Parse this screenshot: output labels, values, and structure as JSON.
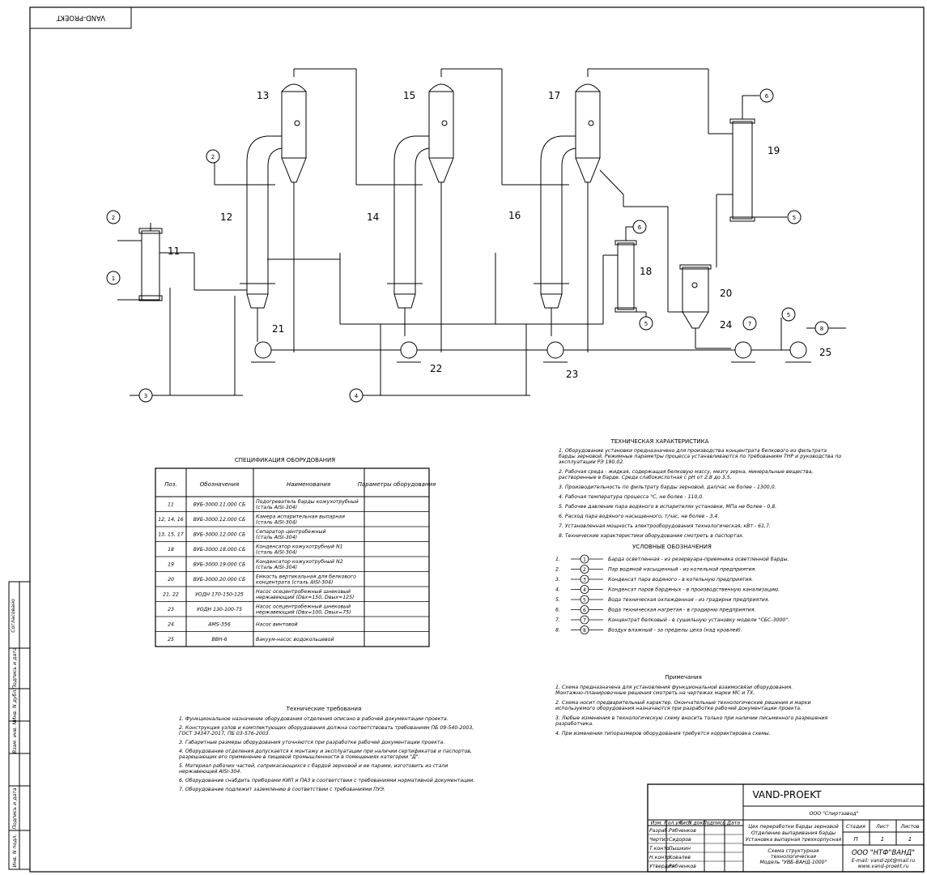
{
  "stamp_top": "VAND-PROEKT",
  "equipment_tags": [
    "11",
    "12",
    "13",
    "14",
    "15",
    "16",
    "17",
    "18",
    "19",
    "20",
    "21",
    "22",
    "23",
    "24",
    "25"
  ],
  "stream_markers": {
    "left_top": "2",
    "left_mid": "1",
    "first_col": "2",
    "bottom_left": "3",
    "bottom_mid": "4",
    "top_right": "6",
    "right_mid": "5",
    "cond_in": "6",
    "cond_out": "5",
    "pump24": "7",
    "pump25_in": "5",
    "pump25_out": "8"
  },
  "spec_title": "СПЕЦИФИКАЦИЯ ОБОРУДОВАНИЯ",
  "spec_headers": [
    "Поз.",
    "Обозначения",
    "Наименования",
    "Параметры оборудования"
  ],
  "spec_rows": [
    {
      "pos": "11",
      "code": "ВУБ-3000.11.000 СБ",
      "name": [
        "Подогреватель барды кожухотрубный",
        "(сталь AISI-304)"
      ]
    },
    {
      "pos": "12, 14, 16",
      "code": "ВУБ-3000.12.000 СБ",
      "name": [
        "Камера испарительная выпарная",
        "(сталь AISI-304)"
      ]
    },
    {
      "pos": "13, 15, 17",
      "code": "ВУБ-3000.12.000 СБ",
      "name": [
        "Сепаратор центробежный",
        "(сталь AISI-304)"
      ]
    },
    {
      "pos": "18",
      "code": "ВУБ-3000.18.000 СБ",
      "name": [
        "Конденсатор кожухотрубный N1",
        "(сталь AISI-304)"
      ]
    },
    {
      "pos": "19",
      "code": "ВУБ-3000.19.000 СБ",
      "name": [
        "Конденсатор кожухотрубный N2",
        "(сталь AISI-304)"
      ]
    },
    {
      "pos": "20",
      "code": "ВУБ-3000.20.000 СБ",
      "name": [
        "Емкость вертикальная для белкового",
        "концентрата (сталь AISI-304)"
      ]
    },
    {
      "pos": "21, 22",
      "code": "УОДН 170-150-125",
      "name": [
        "Насос осецентробежный шнековый",
        "нержавеющий (Dвх=150, Dвых=125)"
      ]
    },
    {
      "pos": "23",
      "code": "УОДН 130-100-75",
      "name": [
        "Насос осецентробежный шнековый",
        "нержавеющий (Dвх=100, Dвых=75)"
      ]
    },
    {
      "pos": "24",
      "code": "AMS-356",
      "name": [
        "Насос винтовой"
      ]
    },
    {
      "pos": "25",
      "code": "ВВН-6",
      "name": [
        "Вакуум-насос водокольцевой"
      ]
    }
  ],
  "tech_char_title": "ТЕХНИЧЕСКАЯ ХАРАКТЕРИСТИКА",
  "tech_char": [
    "1. Оборудование установки предназначено для производства концентрата белкового из фильтрата барды зерновой. Режимные параметры процесса устанавливаются по требованиям ТНР и руководства по эксплуатации РЭ 190.02.",
    "2. Рабочая среда - жидкая, содержащая белковую массу, мезгу зерна, минеральные вещества, растворенные в барде. Среда слабокислотная с pH от 2,8 до 3,5.",
    "3. Производительность по фильтрату барды зерновой, дал/час не более - 1300,0.",
    "4. Рабочая температура процесса °С, не более - 110,0.",
    "5. Рабочее давление пара водяного в испарителях установки, МПа не более - 0,8.",
    "6. Расход пара водяного насыщенного, т/час, не более - 3,4.",
    "7. Установленная мощность электрооборудования технологическая, кВт - 61,7.",
    "8. Технические характеристики оборудования смотреть в паспортах."
  ],
  "legend_title": "УСЛОВНЫЕ ОБОЗНАЧЕНИЯ",
  "legend": [
    {
      "n": "1.",
      "code": "1",
      "text": "Барда осветленная - из резервуара-приемника осветленной барды."
    },
    {
      "n": "2.",
      "code": "2",
      "text": "Пар водяной насыщенный - из котельной предприятия."
    },
    {
      "n": "3.",
      "code": "3",
      "text": "Конденсат пара водяного - в котельную предприятия."
    },
    {
      "n": "4.",
      "code": "4",
      "text": "Конденсат паров бардяных - в производственную канализацию."
    },
    {
      "n": "5.",
      "code": "5",
      "text": "Вода техническая охлажденная - из градирни предприятия."
    },
    {
      "n": "6.",
      "code": "6",
      "text": "Вода техническая нагретая - в градирню предприятия."
    },
    {
      "n": "7.",
      "code": "7",
      "text": "Концентрат белковый - в сушильную установку модели \"СБС-3000\"."
    },
    {
      "n": "8.",
      "code": "8",
      "text": "Воздух влажный - за пределы цеха (над кровлей)."
    }
  ],
  "notes_title": "Примечания",
  "notes": [
    "1. Схема предназначена для установления функциональной взаимосвязи оборудования. Монтажно-планировочные решения смотреть на чертежах марки МС и ТХ.",
    "2. Схема носит предварительный характер. Окончательные технологические решения и марки используемого оборудования назначаются при разработке рабочей документации проекта.",
    "3. Любые изменения в технологическую схему вносить только при наличии письменного разрешения разработчика.",
    "4. При изменении типоразмеров оборудования требуется корректировка схемы."
  ],
  "tech_req_title": "Технические требования",
  "tech_req": [
    "1. Функциональное назначение оборудования отделения описано в рабочей документации проекта.",
    "2. Конструкция узлов и комплектующих оборудования должна соответствовать требованиям ПБ 09-540-2003, ГОСТ 34347-2017, ПБ 03-576-2003.",
    "3. Габаритные размеры оборудования уточняются при разработке рабочей документации проекта.",
    "4. Оборудование отделения допускается к монтажу и эксплуатации при наличии сертификатов и паспортов, разрешающих его применение в пищевой промышленности в помещениях категории \"Д\".",
    "5. Материал рабочих частей, соприкасающихся с бардой зерновой и ее парами, изготовить из стали нержавеющей AISI-304.",
    "6. Оборудование снабдить приборами КИП и ПАЗ в соответствии с требованиями нормативной документации.",
    "7. Оборудование подлежит заземлению в соответствии с требованиями ПУЭ."
  ],
  "side_labels": [
    "Согласовано",
    "Подпись и дата",
    "Взам. инв. N",
    "Инв. N дубл.",
    "Подпись и дата",
    "Инв. N подл."
  ],
  "title_block": {
    "company": "VAND-PROEKT",
    "client": "ООО \"Спиртзавод\"",
    "project": [
      "Цех переработки барды зерновой",
      "Отделение выпаривания барды",
      "Установка выпарная трехкорпусная"
    ],
    "drawing": [
      "Схема структурная",
      "технологическая",
      "Модель \"УВБ-ВАНД-1000\""
    ],
    "col_headers": [
      "Изм.",
      "Кол.уч.",
      "Лист",
      "N док.",
      "Подпись",
      "Дата"
    ],
    "roles": [
      {
        "role": "Разраб.",
        "name": "Рябченков"
      },
      {
        "role": "Чертил",
        "name": "Сидоров"
      },
      {
        "role": "Т.контр.",
        "name": "Пышкин"
      },
      {
        "role": "Н.контр.",
        "name": "Ковалев"
      },
      {
        "role": "Утвердил",
        "name": "Рябченков"
      }
    ],
    "stage_headers": [
      "Стадия",
      "Лист",
      "Листов"
    ],
    "stage_values": [
      "П",
      "1",
      "1"
    ],
    "org": "ООО \"НТФ\"ВАНД\"",
    "email": "E-mail: vand-zpt@mail.ru",
    "site": "www.vand-proekt.ru"
  }
}
